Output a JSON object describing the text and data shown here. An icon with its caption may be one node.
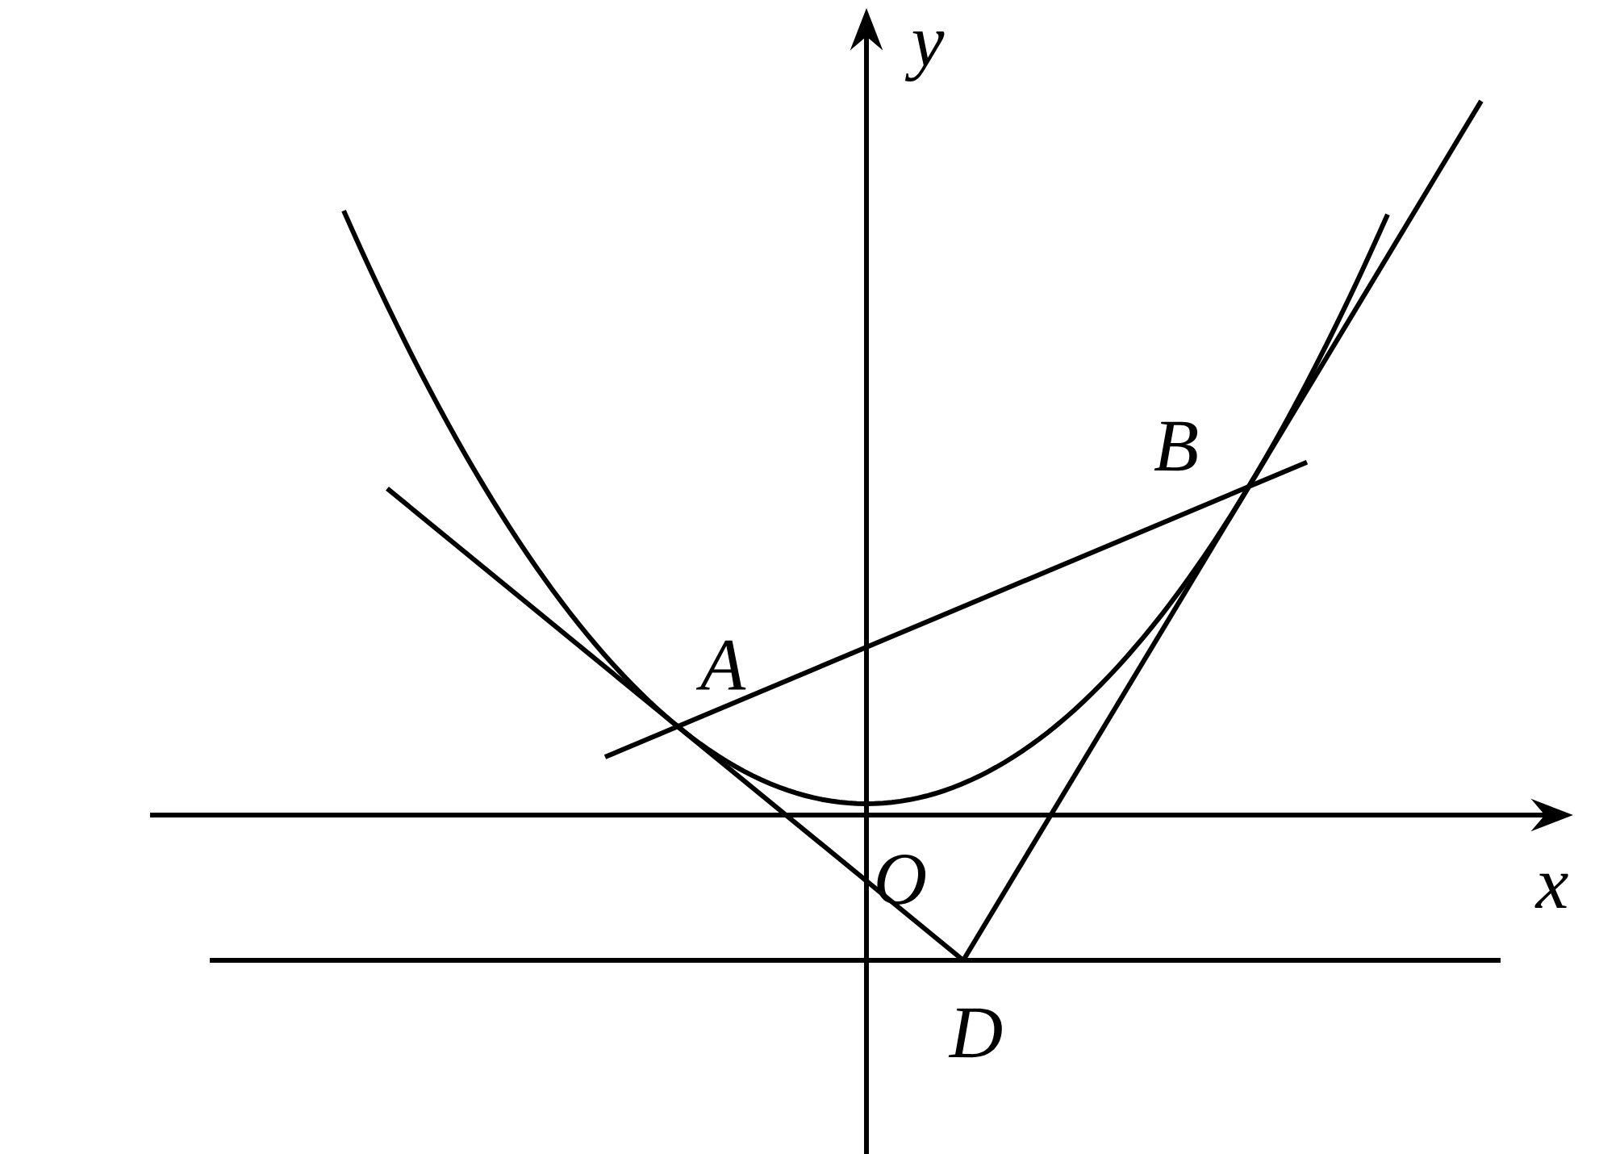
{
  "diagram": {
    "labels": [
      "y",
      "B",
      "A",
      "O",
      "x",
      "D"
    ]
  }
}
